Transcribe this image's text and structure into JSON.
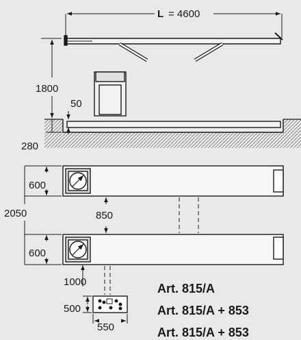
{
  "dimensions": {
    "length_label": "L",
    "length_value": "= 4600",
    "height_lift": "1800",
    "platform_height": "50",
    "pit_depth": "280",
    "runway_width_top": "600",
    "overall_width": "2050",
    "gap_between": "850",
    "runway_width_bottom": "600",
    "offset_unit": "1000",
    "unit_depth": "500",
    "unit_width": "550"
  },
  "articles": [
    "Art. 815/A",
    "Art. 815/A + 853",
    "Art. 815/A + 853"
  ]
}
